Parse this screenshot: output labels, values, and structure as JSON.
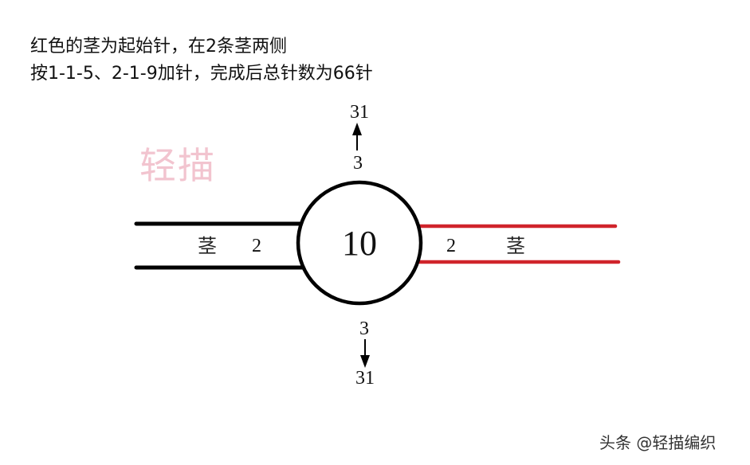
{
  "instructions": {
    "line1": "红色的茎为起始针，在2条茎两侧",
    "line2": "按1-1-5、2-1-9加针，完成后总针数为66针"
  },
  "watermark": "轻描",
  "diagram": {
    "center_count": "10",
    "top": {
      "start": "3",
      "end": "31",
      "direction": "up"
    },
    "bottom": {
      "start": "3",
      "end": "31",
      "direction": "down"
    },
    "left_stem": {
      "label": "茎",
      "count": "2",
      "color": "#000000"
    },
    "right_stem": {
      "label": "茎",
      "count": "2",
      "color": "#d0242b"
    }
  },
  "credit": "头条 @轻描编织"
}
